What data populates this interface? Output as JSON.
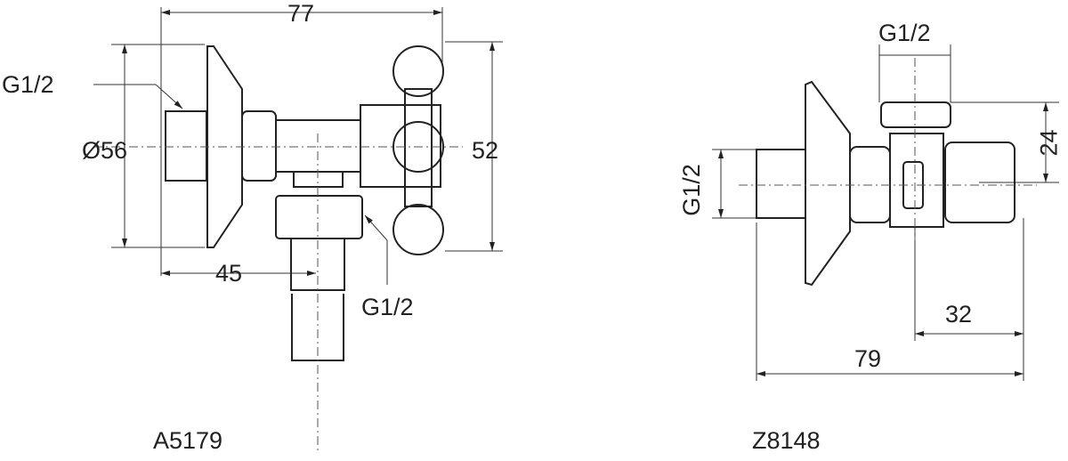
{
  "left_drawing": {
    "model": "A5179",
    "dim_width": "77",
    "dim_diameter": "Ø56",
    "dim_height": "52",
    "dim_outlet": "45",
    "thread_inlet": "G1/2",
    "thread_outlet": "G1/2"
  },
  "right_drawing": {
    "model": "Z8148",
    "thread_top": "G1/2",
    "thread_inlet": "G1/2",
    "dim_24": "24",
    "dim_32": "32",
    "dim_79": "79"
  }
}
